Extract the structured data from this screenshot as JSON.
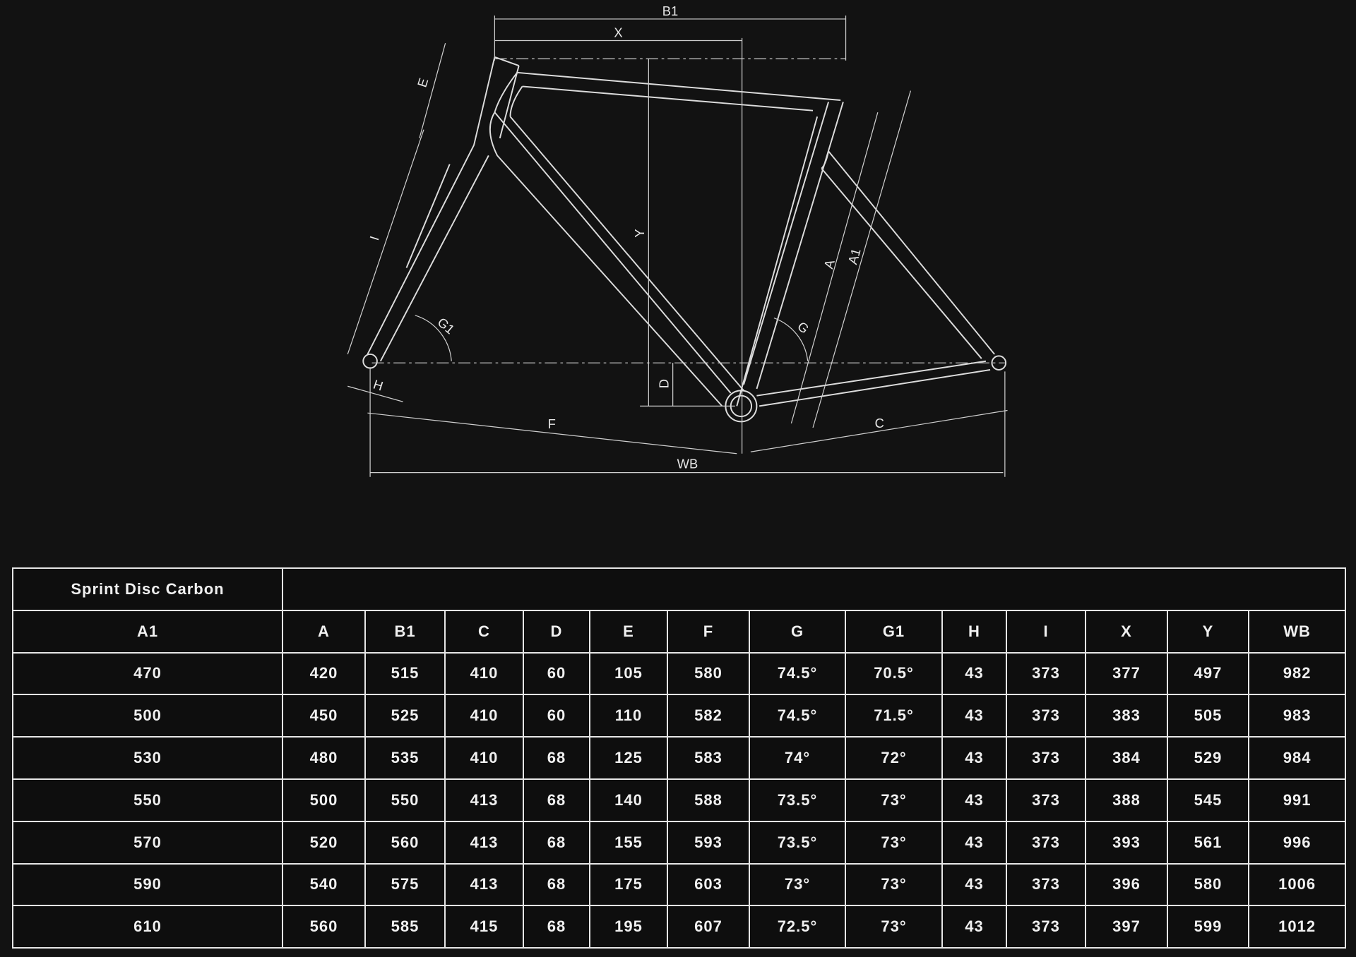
{
  "diagram": {
    "labels": {
      "B1": "B1",
      "X": "X",
      "E": "E",
      "I": "I",
      "Y": "Y",
      "A": "A",
      "A1": "A1",
      "G": "G",
      "G1": "G1",
      "D": "D",
      "H": "H",
      "F": "F",
      "C": "C",
      "WB": "WB"
    }
  },
  "table": {
    "title": "Sprint Disc Carbon",
    "headers": [
      "A1",
      "A",
      "B1",
      "C",
      "D",
      "E",
      "F",
      "G",
      "G1",
      "H",
      "I",
      "X",
      "Y",
      "WB"
    ],
    "rows": [
      [
        "470",
        "420",
        "515",
        "410",
        "60",
        "105",
        "580",
        "74.5°",
        "70.5°",
        "43",
        "373",
        "377",
        "497",
        "982"
      ],
      [
        "500",
        "450",
        "525",
        "410",
        "60",
        "110",
        "582",
        "74.5°",
        "71.5°",
        "43",
        "373",
        "383",
        "505",
        "983"
      ],
      [
        "530",
        "480",
        "535",
        "410",
        "68",
        "125",
        "583",
        "74°",
        "72°",
        "43",
        "373",
        "384",
        "529",
        "984"
      ],
      [
        "550",
        "500",
        "550",
        "413",
        "68",
        "140",
        "588",
        "73.5°",
        "73°",
        "43",
        "373",
        "388",
        "545",
        "991"
      ],
      [
        "570",
        "520",
        "560",
        "413",
        "68",
        "155",
        "593",
        "73.5°",
        "73°",
        "43",
        "373",
        "393",
        "561",
        "996"
      ],
      [
        "590",
        "540",
        "575",
        "413",
        "68",
        "175",
        "603",
        "73°",
        "73°",
        "43",
        "373",
        "396",
        "580",
        "1006"
      ],
      [
        "610",
        "560",
        "585",
        "415",
        "68",
        "195",
        "607",
        "72.5°",
        "73°",
        "43",
        "373",
        "397",
        "599",
        "1012"
      ]
    ]
  }
}
